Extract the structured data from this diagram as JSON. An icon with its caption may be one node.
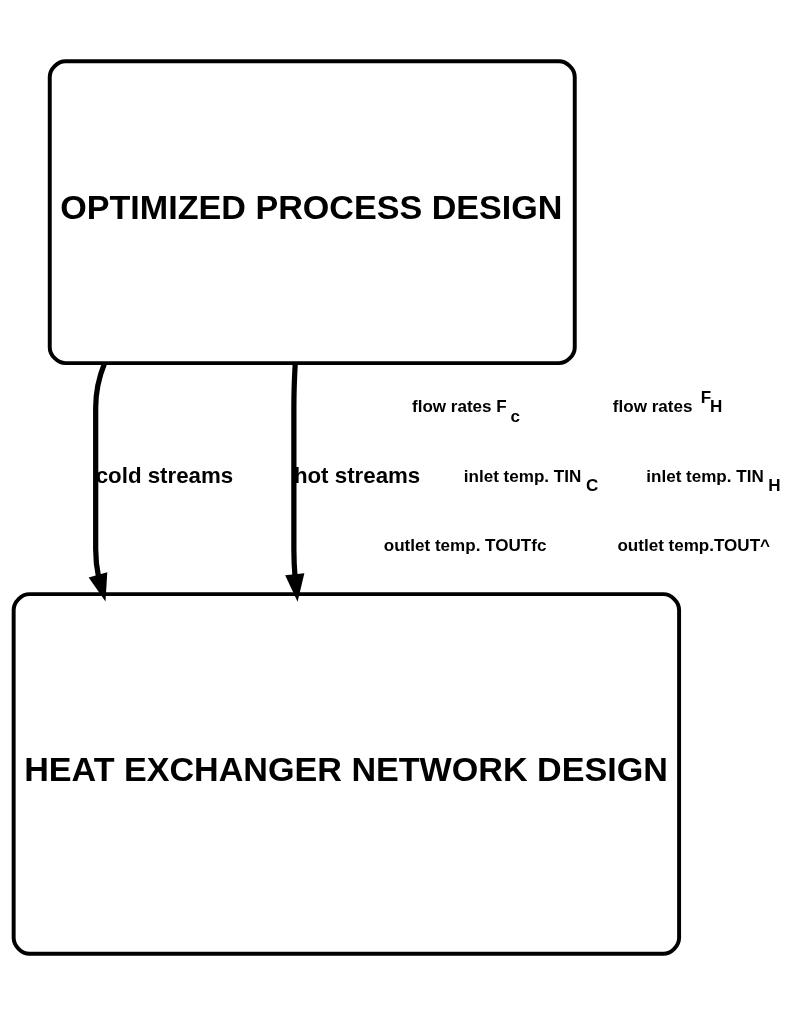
{
  "diagram": {
    "nodes": [
      {
        "text": [
          "OPTIMIZED PROCESS DESIGN"
        ]
      },
      {
        "text": [
          "HEAT EXCHANGER NETWORK DESIGN"
        ]
      }
    ],
    "edges": [
      {
        "from": 0,
        "to": 1,
        "arrow": "to",
        "label": "cold streams"
      },
      {
        "from": 0,
        "to": 1,
        "arrow": "to",
        "label": "hot streams"
      }
    ],
    "labels": [
      "flow rates F$_{c}$",
      "inlet temp. TIN$_{C}$",
      "outlet temp. TOUTfc",
      "flow rates $^{F}$H",
      "inlet temp. TIN$_{H}$",
      "outlet temp.TOUT^"
    ]
  }
}
